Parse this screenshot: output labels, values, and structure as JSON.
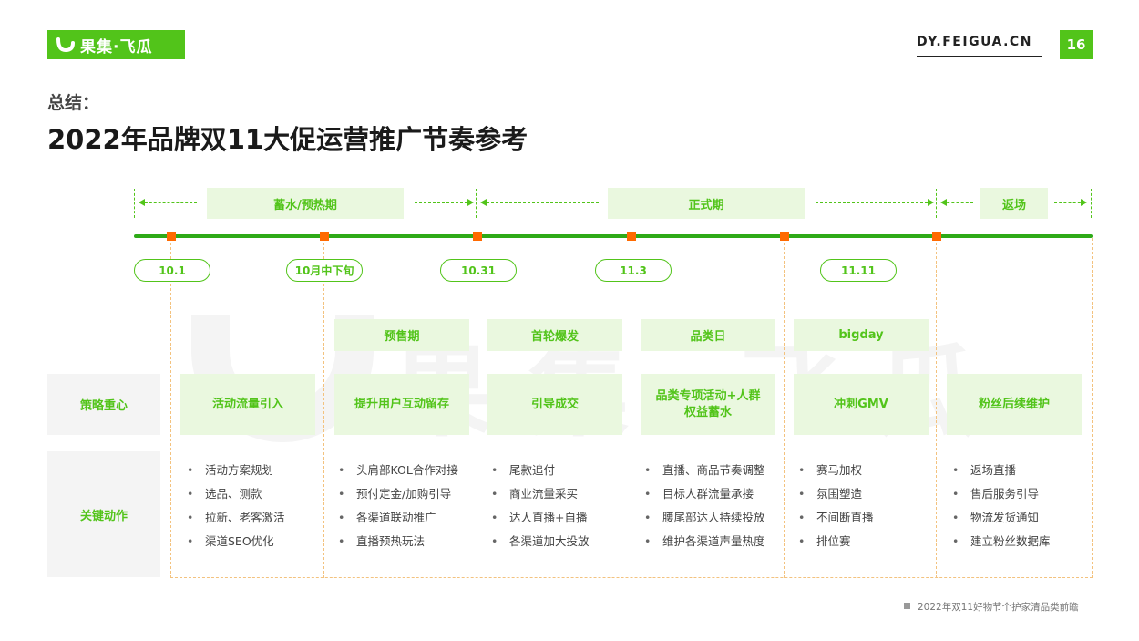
{
  "header": {
    "logo_text": "果集·飞瓜",
    "site": "DY.FEIGUA.CN",
    "page_number": "16"
  },
  "subtitle": "总结：",
  "title": "2022年品牌双11大促运营推广节奏参考",
  "watermark_text": "果集·飞瓜",
  "phases": [
    "蓄水/预热期",
    "正式期",
    "返场"
  ],
  "dates": [
    "10.1",
    "10月中下旬",
    "10.31",
    "11.3",
    "11.11"
  ],
  "sub_phases": [
    "预售期",
    "首轮爆发",
    "品类日",
    "bigday"
  ],
  "row_labels": {
    "strategy": "策略重心",
    "actions": "关键动作"
  },
  "strategy": [
    "活动流量引入",
    "提升用户互动留存",
    "引导成交",
    "品类专项活动+人群\n权益蓄水",
    "冲刺GMV",
    "粉丝后续维护"
  ],
  "actions": [
    [
      "活动方案规划",
      "选品、测款",
      "拉新、老客激活",
      "渠道SEO优化"
    ],
    [
      "头肩部KOL合作对接",
      "预付定金/加购引导",
      "各渠道联动推广",
      "直播预热玩法"
    ],
    [
      "尾款追付",
      "商业流量采买",
      "达人直播+自播",
      "各渠道加大投放"
    ],
    [
      "直播、商品节奏调整",
      "目标人群流量承接",
      "腰尾部达人持续投放",
      "维护各渠道声量热度"
    ],
    [
      "赛马加权",
      "氛围塑造",
      "不间断直播",
      "排位赛"
    ],
    [
      "返场直播",
      "售后服务引导",
      "物流发货通知",
      "建立粉丝数据库"
    ]
  ],
  "bullet": "•",
  "footnote": "2022年双11好物节个护家清品类前瞻",
  "colors": {
    "brand_green": "#52c41a",
    "timeline_green": "#2eaa17",
    "marker_orange": "#ff6a00",
    "light_green_bg": "#eaf8df"
  }
}
